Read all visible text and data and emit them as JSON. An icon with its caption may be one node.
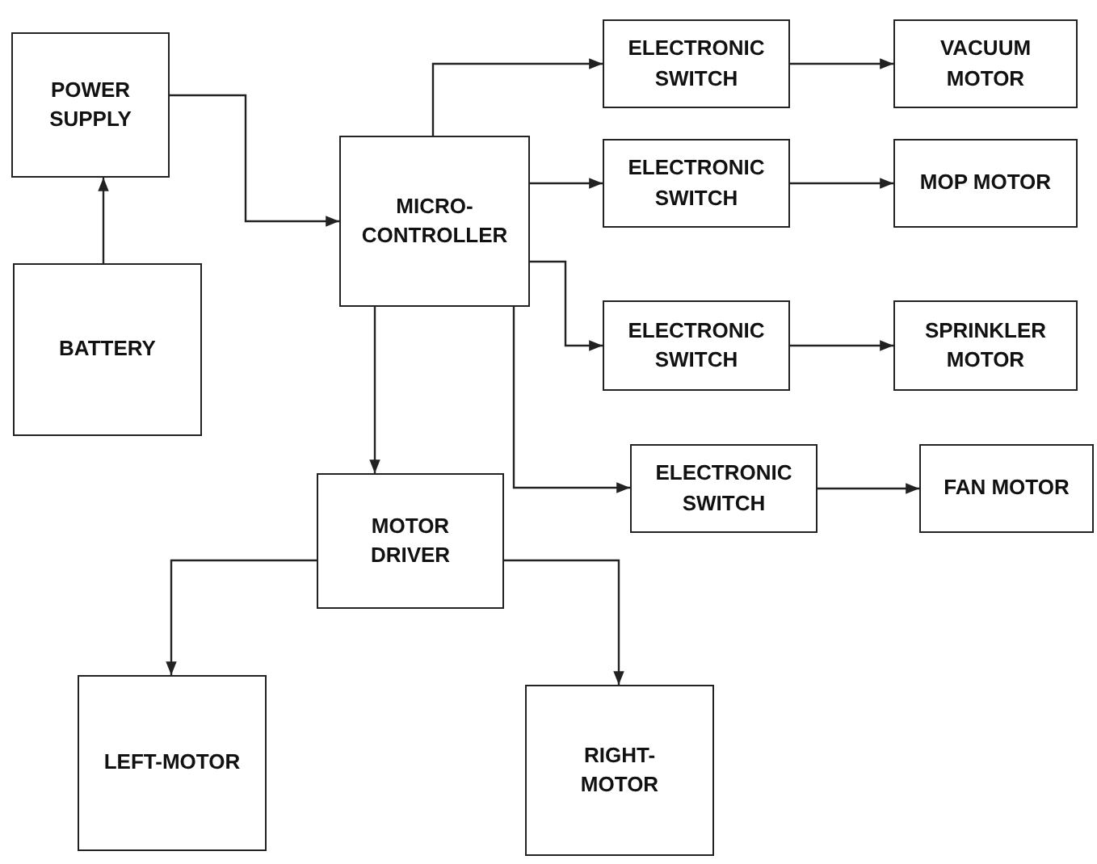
{
  "diagram": {
    "nodes": [
      {
        "text": [
          "POWER SUPPLY"
        ]
      },
      {
        "text": [
          "BATTERY"
        ]
      },
      {
        "text": [
          "MICRO-CONTROLLER"
        ]
      },
      {
        "text": [
          "ELECTRONIC SWITCH"
        ]
      },
      {
        "text": [
          "VACUUM MOTOR"
        ]
      },
      {
        "text": [
          "ELECTRONIC SWITCH"
        ]
      },
      {
        "text": [
          "MOP MOTOR"
        ]
      },
      {
        "text": [
          "ELECTRONIC SWITCH"
        ]
      },
      {
        "text": [
          "SPRINKLER MOTOR"
        ]
      },
      {
        "text": [
          "ELECTRONIC SWITCH"
        ]
      },
      {
        "text": [
          "FAN MOTOR"
        ]
      },
      {
        "text": [
          "MOTOR DRIVER"
        ]
      },
      {
        "text": [
          "LEFT-MOTOR"
        ]
      },
      {
        "text": [
          "RIGHT-MOTOR"
        ]
      }
    ],
    "edges": [
      {
        "from": 1,
        "to": 0,
        "arrow": "to"
      },
      {
        "from": 0,
        "to": 2,
        "arrow": "to"
      },
      {
        "from": 2,
        "to": 3,
        "arrow": "to"
      },
      {
        "from": 3,
        "to": 4,
        "arrow": "to"
      },
      {
        "from": 2,
        "to": 5,
        "arrow": "to"
      },
      {
        "from": 5,
        "to": 6,
        "arrow": "to"
      },
      {
        "from": 2,
        "to": 7,
        "arrow": "to"
      },
      {
        "from": 7,
        "to": 8,
        "arrow": "to"
      },
      {
        "from": 2,
        "to": 9,
        "arrow": "to"
      },
      {
        "from": 9,
        "to": 10,
        "arrow": "to"
      },
      {
        "from": 2,
        "to": 11,
        "arrow": "to"
      },
      {
        "from": 11,
        "to": 12,
        "arrow": "to"
      },
      {
        "from": 11,
        "to": 13,
        "arrow": "to"
      }
    ]
  }
}
